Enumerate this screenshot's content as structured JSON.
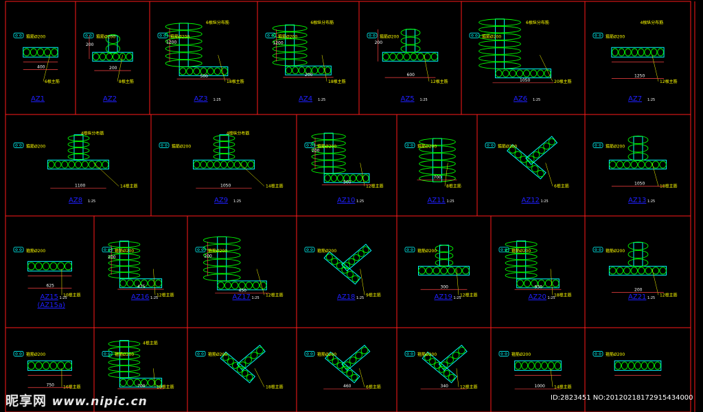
{
  "colors": {
    "grid": "#ff1a1a",
    "outline": "#00ffff",
    "wall": "#00ff00",
    "label": "#ffff00",
    "dim": "#ff4444",
    "title": "#1f1fff",
    "text": "#ffffff",
    "tie": "#ff3030"
  },
  "watermark": {
    "brand": "昵享网",
    "site": "www.nipic.cn"
  },
  "image_id": "ID:2823451 NO:20120218172915434000",
  "rows": [
    {
      "cells": [
        {
          "title": "AZ1",
          "scale": "",
          "shape": "rect",
          "stir": "箍筋Ø200",
          "main": "6根主筋",
          "dims": [
            "400"
          ]
        },
        {
          "title": "AZ2",
          "scale": "",
          "shape": "T",
          "stir": "箍筋Ø200",
          "main": "8根主筋",
          "dims": [
            "200",
            "200"
          ]
        },
        {
          "title": "AZ3",
          "scale": "1:25",
          "shape": "L",
          "stir": "箍筋Ø200",
          "main": "18根主筋",
          "dims": [
            "500",
            "1200"
          ],
          "note": "6根纵分布筋"
        },
        {
          "title": "AZ4",
          "scale": "1:25",
          "shape": "L",
          "stir": "箍筋Ø200",
          "main": "18根主筋",
          "dims": [
            "200",
            "1200"
          ],
          "note": "6根纵分布筋"
        },
        {
          "title": "AZ5",
          "scale": "1:25",
          "shape": "T",
          "stir": "箍筋Ø200",
          "main": "12根主筋",
          "dims": [
            "600",
            "200"
          ]
        },
        {
          "title": "AZ6",
          "scale": "1:25",
          "shape": "L",
          "stir": "箍筋Ø200",
          "main": "20根主筋",
          "dims": [
            "1050"
          ],
          "note": "6根纵分布筋"
        },
        {
          "title": "AZ7",
          "scale": "1:25",
          "shape": "rect",
          "stir": "箍筋Ø200",
          "main": "12根主筋",
          "dims": [
            "1250"
          ],
          "note": "4根纵分布筋"
        }
      ]
    },
    {
      "cells": [
        {
          "title": "AZ8",
          "scale": "1:25",
          "shape": "T",
          "stir": "箍筋Ø200",
          "main": "14根主筋",
          "dims": [
            "1100"
          ],
          "note": "4根纵分布筋"
        },
        {
          "title": "AZ9",
          "scale": "1:25",
          "shape": "T",
          "stir": "箍筋Ø200",
          "main": "14根主筋",
          "dims": [
            "1050"
          ],
          "note": "4根纵分布筋"
        },
        {
          "title": "AZ10",
          "scale": "1:25",
          "shape": "L",
          "stir": "箍筋Ø200",
          "main": "12根主筋",
          "dims": [
            "500",
            "200"
          ]
        },
        {
          "title": "AZ11",
          "scale": "1:25",
          "shape": "I",
          "stir": "箍筋Ø200",
          "main": "8根主筋",
          "dims": [
            "700"
          ]
        },
        {
          "title": "AZ12",
          "scale": "1:25",
          "shape": "V",
          "stir": "箍筋Ø200",
          "main": "6根主筋",
          "dims": []
        },
        {
          "title": "AZ13",
          "scale": "1:25",
          "shape": "T",
          "stir": "箍筋Ø200",
          "main": "18根主筋",
          "dims": [
            "1050"
          ]
        }
      ]
    },
    {
      "cells": [
        {
          "title": "AZ15",
          "scale": "1:25",
          "sub": "(AZ15a)",
          "shape": "rect",
          "stir": "箍筋Ø200",
          "main": "10根主筋",
          "dims": [
            "625"
          ]
        },
        {
          "title": "AZ16",
          "scale": "1:25",
          "shape": "L",
          "stir": "箍筋Ø200",
          "main": "12根主筋",
          "dims": [
            "475",
            "200"
          ]
        },
        {
          "title": "AZ17",
          "scale": "1:25",
          "shape": "L",
          "stir": "箍筋Ø200",
          "main": "12根主筋",
          "dims": [
            "450",
            "200"
          ]
        },
        {
          "title": "AZ18",
          "scale": "1:25",
          "shape": "V",
          "stir": "箍筋Ø200",
          "main": "9根主筋",
          "dims": []
        },
        {
          "title": "AZ19",
          "scale": "1:25",
          "shape": "T",
          "stir": "箍筋Ø200",
          "main": "12根主筋",
          "dims": [
            "300"
          ]
        },
        {
          "title": "AZ20",
          "scale": "1:25",
          "shape": "L",
          "stir": "箍筋Ø200",
          "main": "18根主筋",
          "dims": [
            "950"
          ]
        },
        {
          "title": "AZ21",
          "scale": "1:25",
          "shape": "T",
          "stir": "箍筋Ø200",
          "main": "12根主筋",
          "dims": [
            "200"
          ]
        }
      ]
    },
    {
      "cells": [
        {
          "title": "",
          "scale": "",
          "shape": "rect",
          "stir": "箍筋Ø200",
          "main": "16根主筋",
          "dims": [
            "750"
          ]
        },
        {
          "title": "",
          "scale": "",
          "shape": "L",
          "stir": "箍筋Ø200",
          "main": "18根主筋",
          "dims": [
            "700"
          ],
          "note": "4根主筋"
        },
        {
          "title": "",
          "scale": "",
          "shape": "V",
          "stir": "箍筋Ø200",
          "main": "18根主筋",
          "dims": []
        },
        {
          "title": "",
          "scale": "",
          "shape": "V",
          "stir": "箍筋Ø200",
          "main": "6根主筋",
          "dims": [
            "460"
          ]
        },
        {
          "title": "",
          "scale": "",
          "shape": "V",
          "stir": "箍筋Ø200",
          "main": "12根主筋",
          "dims": [
            "340"
          ]
        },
        {
          "title": "",
          "scale": "",
          "shape": "rect",
          "stir": "箍筋Ø200",
          "main": "14根主筋",
          "dims": [
            "1000"
          ]
        },
        {
          "title": "",
          "scale": "",
          "shape": "rect",
          "stir": "箍筋Ø200",
          "main": "",
          "dims": []
        }
      ]
    }
  ]
}
